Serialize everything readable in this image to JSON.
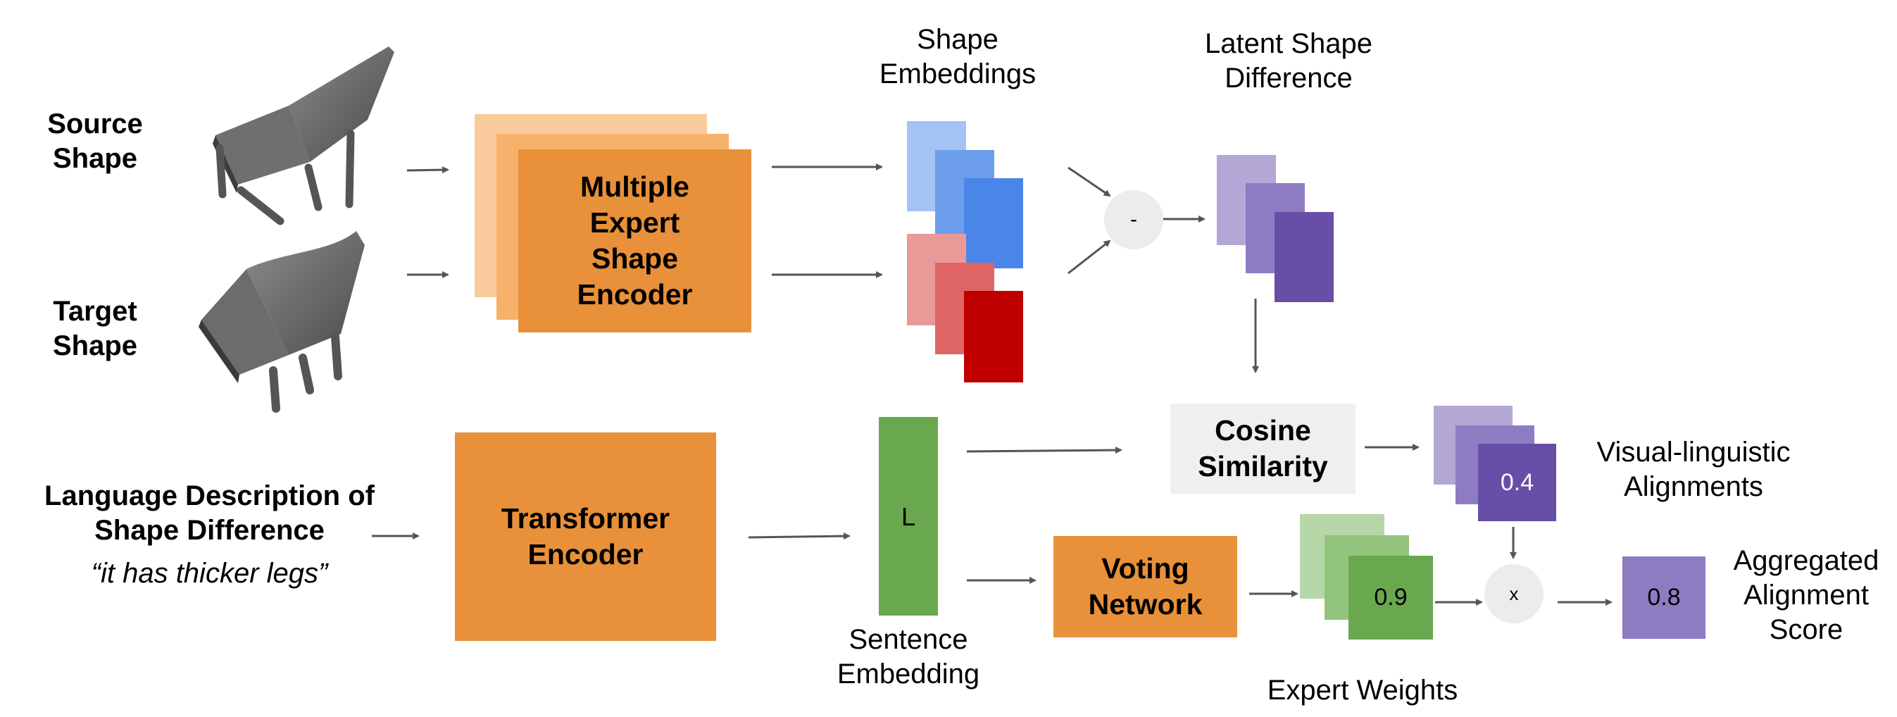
{
  "inputs": {
    "source_label": "Source\nShape",
    "target_label": "Target\nShape",
    "language_label": "Language Description of\nShape Difference",
    "language_example": "“it has thicker legs”"
  },
  "encoders": {
    "shape_encoder": "Multiple\nExpert\nShape\nEncoder",
    "transformer_encoder": "Transformer\nEncoder",
    "voting_network": "Voting\nNetwork"
  },
  "embeddings": {
    "shape_embeddings_label": "Shape\nEmbeddings",
    "latent_difference_label": "Latent Shape\nDifference",
    "sentence_embedding_label": "Sentence\nEmbedding",
    "sentence_token": "L"
  },
  "ops": {
    "subtract": "-",
    "multiply": "x",
    "cosine_similarity": "Cosine\nSimilarity"
  },
  "outputs": {
    "alignment_value": "0.4",
    "alignments_label": "Visual-linguistic\nAlignments",
    "expert_weight_value": "0.9",
    "expert_weights_label": "Expert Weights",
    "aggregated_value": "0.8",
    "aggregated_label": "Aggregated\nAlignment\nScore"
  },
  "colors": {
    "orange": "#E8913A",
    "orange_light": "#F9CB9C",
    "orange_mid": "#F6B26B",
    "blue_light": "#A4C2F4",
    "blue_mid": "#6D9EEB",
    "blue": "#4A86E8",
    "red_light": "#EA9999",
    "red_mid": "#E06666",
    "red": "#C00000",
    "purple_light": "#B4A7D6",
    "purple_mid": "#8E7CC3",
    "purple": "#674EA7",
    "green_light": "#B6D7A8",
    "green_mid": "#93C47D",
    "green": "#6AA84F",
    "gray_box": "#EFEFEF"
  }
}
